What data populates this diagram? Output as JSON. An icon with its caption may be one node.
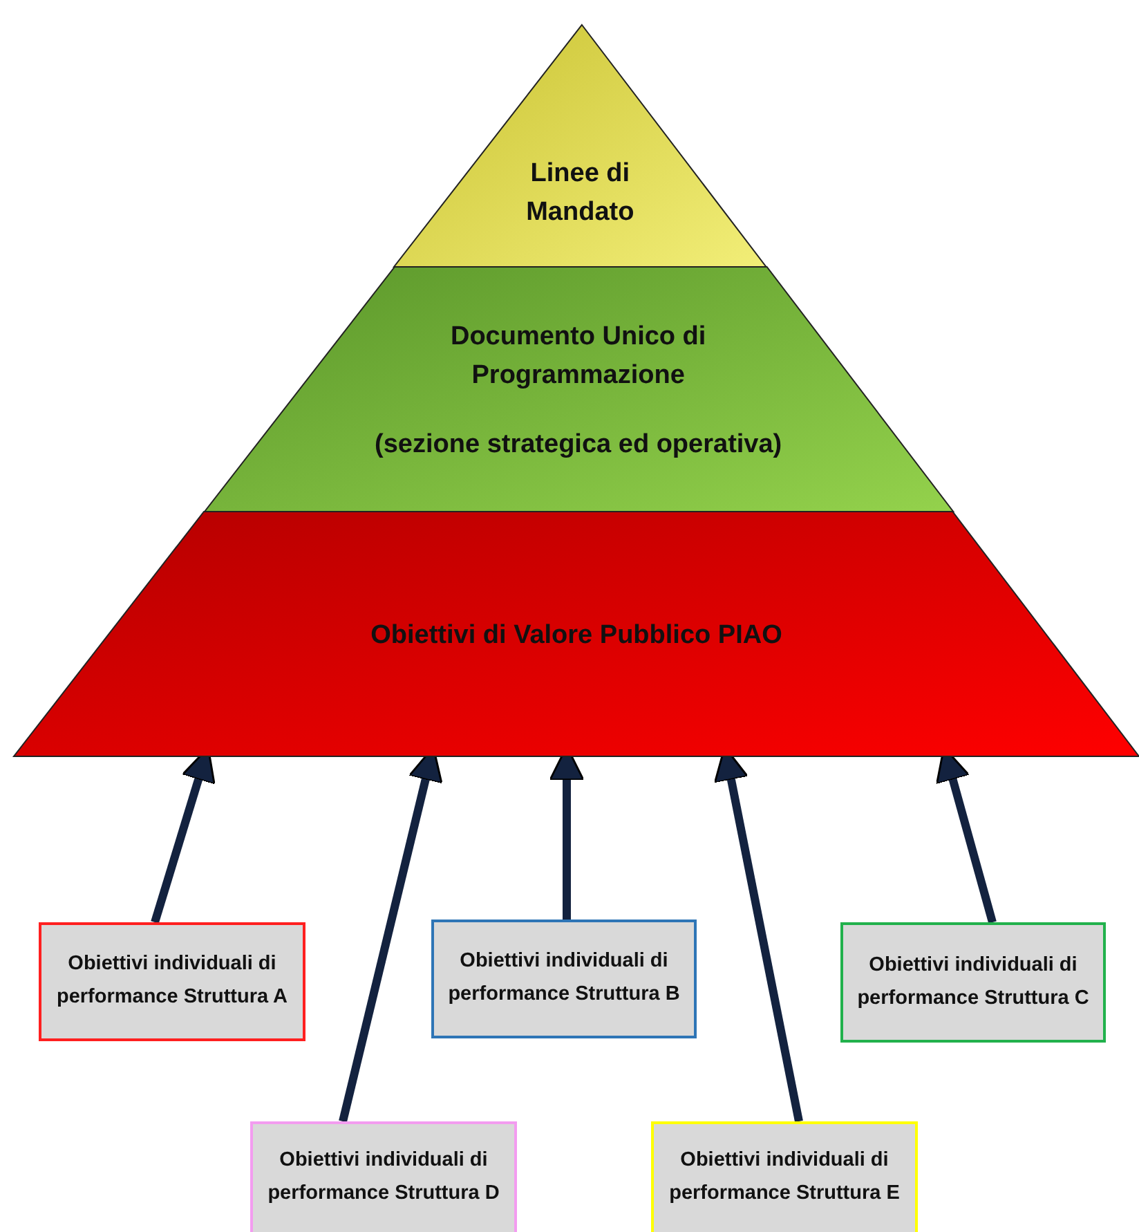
{
  "diagram": {
    "nodes": [
      {
        "text": [
          "Linee di Mandato"
        ]
      },
      {
        "text": [
          "Documento Unico di Programmazione",
          "(sezione strategica ed operativa)"
        ]
      },
      {
        "text": [
          "Obiettivi di Valore Pubblico PIAO"
        ]
      },
      {
        "text": [
          "Obiettivi individuali di performance Struttura A"
        ]
      },
      {
        "text": [
          "Obiettivi individuali di performance Struttura B"
        ]
      },
      {
        "text": [
          "Obiettivi individuali di performance Struttura C"
        ]
      },
      {
        "text": [
          "Obiettivi individuali di performance Struttura D"
        ]
      },
      {
        "text": [
          "Obiettivi individuali di performance Struttura E"
        ]
      }
    ],
    "edges": [
      {
        "from": 3,
        "to": 2,
        "arrow": "to"
      },
      {
        "from": 6,
        "to": 2,
        "arrow": "to"
      },
      {
        "from": 4,
        "to": 2,
        "arrow": "to"
      },
      {
        "from": 7,
        "to": 2,
        "arrow": "to"
      },
      {
        "from": 5,
        "to": 2,
        "arrow": "to"
      }
    ]
  }
}
